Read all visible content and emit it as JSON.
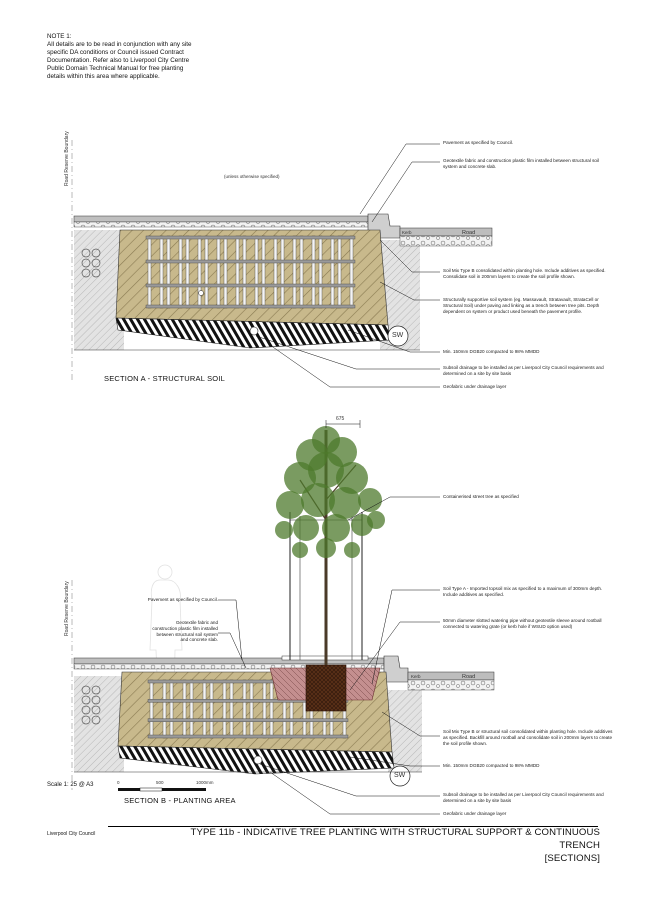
{
  "note": {
    "heading": "NOTE 1:",
    "lines": [
      "All details are to be read in conjunction with any site",
      "specific DA conditions or Council issued Contract",
      "Documentation. Refer also to Liverpool City Centre",
      "Public Domain Technical Manual for free planting",
      "details within this area where applicable."
    ]
  },
  "section_a": {
    "title": "SECTION A  - STRUCTURAL SOIL",
    "boundary_label": "Road Reserve Boundary",
    "unless_note": "(unless otherwise specified)",
    "kerb": "Kerb",
    "road": "Road",
    "sw": "SW",
    "annotations": [
      "Pavement as specified by Council.",
      "Geotextile fabric and construction plastic film installed between structural soil system and concrete slab.",
      "Soil Mix Type B consolidated within planting hole. Include additives as specified. Consolidate soil in 200mm layers to create the soil profile shown.",
      "Structurally supportive soil system (eg. Massavault, Stratavault, StrataCell or Structural Soil) under paving and linking as a trench between tree pits. Depth dependent on system or product used beneath the pavement profile.",
      "Min. 150mm DGB20 compacted to 98% MMDD",
      "Subsoil drainage to be installed as per Liverpool City Council requirements and determined on a site by site basis",
      "Geofabric under drainage layer"
    ]
  },
  "section_b": {
    "title": "SECTION B - PLANTING AREA",
    "boundary_label": "Road Reserve Boundary",
    "dimension": "675",
    "kerb": "Kerb",
    "road": "Road",
    "sw": "SW",
    "left_annotations": [
      "Pavement as specified by Council.",
      "Geotextile fabric and construction plastic film installed between structural soil system and concrete slab."
    ],
    "annotations": [
      "Containerised street tree as specified",
      "Soil Type A - Imported topsoil mix as specified to a maximum of 300mm depth. Include additives as specified.",
      "50mm diameter slotted watering pipe without geotextile sleeve around rootball connected to watering grate (or kerb hole if WSUD option used)",
      "Soil Mix Type B or structural soil consolidated within planting hole. Include additives as specified. Backfill around rootball and consolidate soil in 200mm layers to create the soil profile shown.",
      "Min. 150mm DGB20 compacted to 98% MMDD",
      "Subsoil drainage to be installed as per Liverpool City Council requirements and determined on a site by site basis",
      "Geofabric under drainage layer"
    ]
  },
  "scale": {
    "label": "Scale 1: 25 @ A3",
    "ticks": [
      "0",
      "500",
      "1000mm"
    ]
  },
  "footer": {
    "council": "Liverpool City Council",
    "title_line1": "TYPE 11b - INDICATIVE TREE PLANTING WITH STRUCTURAL SUPPORT  & CONTINUOUS TRENCH",
    "title_line2": "[SECTIONS]"
  },
  "colors": {
    "soil_b": "#c8b98c",
    "soil_a": "#6b3a1f",
    "red_zone": "#b07070",
    "ground": "#d9d9d9",
    "tree": "#4e7a2c"
  }
}
